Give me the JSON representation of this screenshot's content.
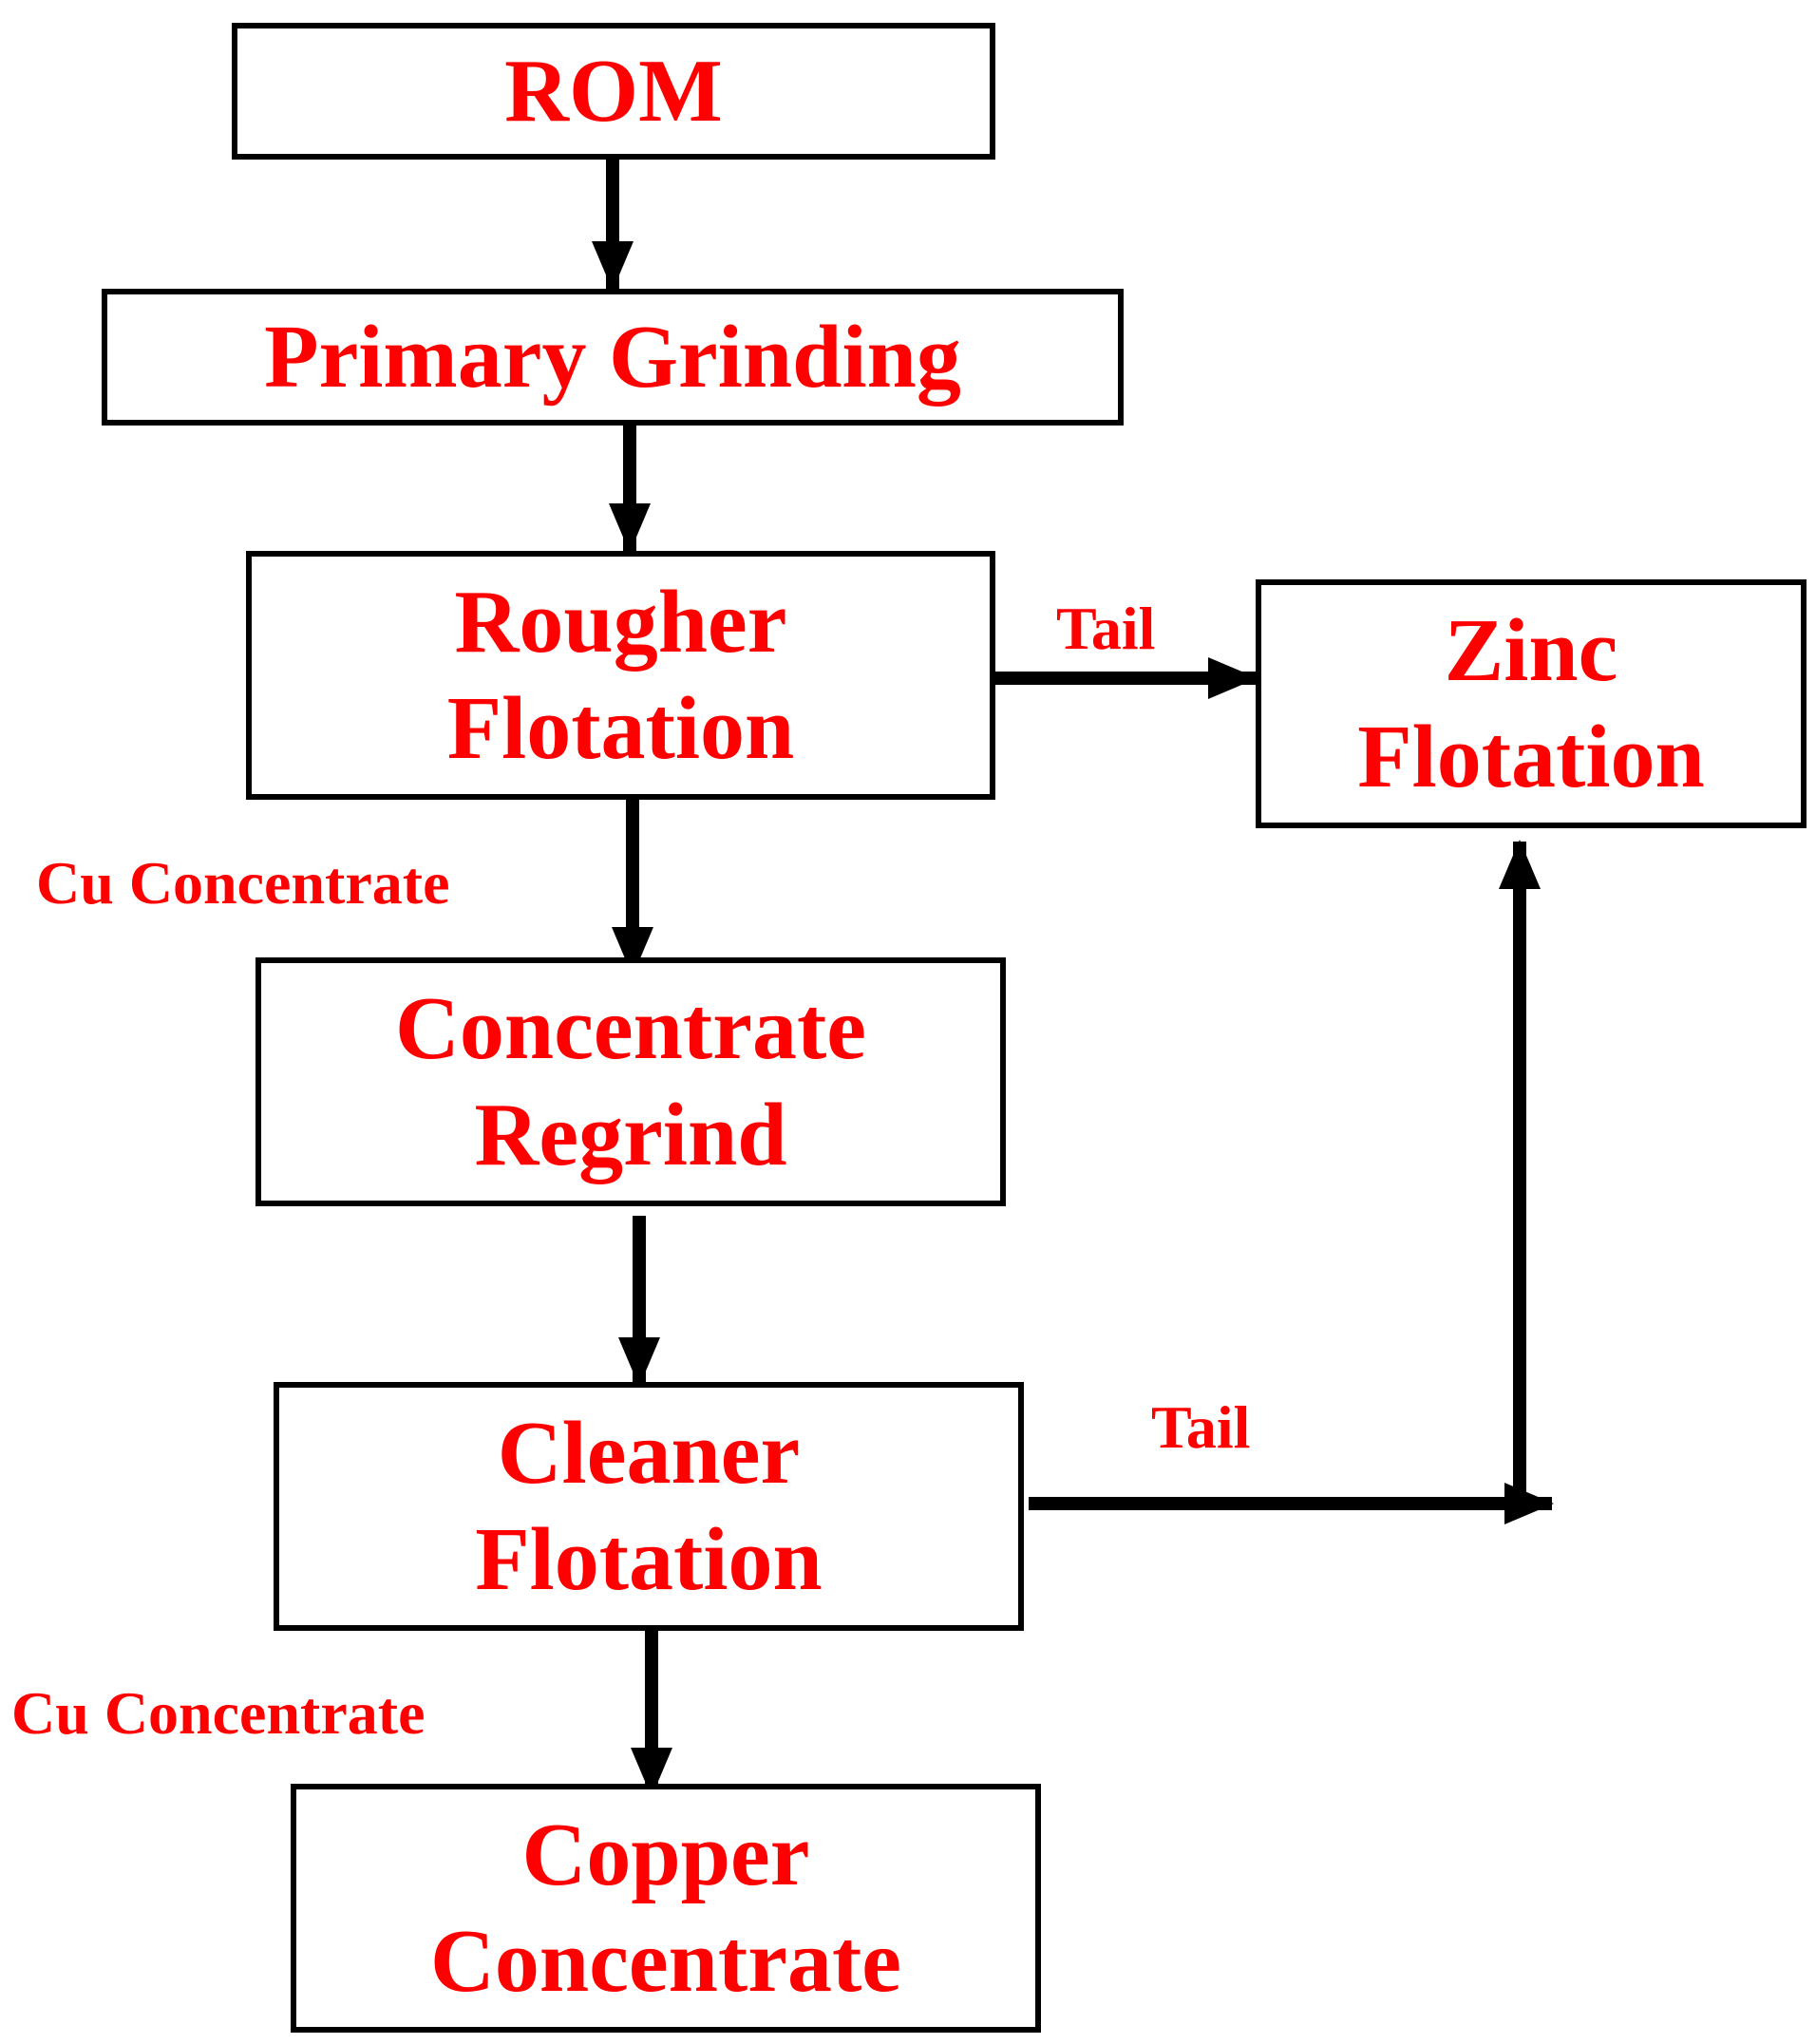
{
  "colors": {
    "text": "#ff0000",
    "line": "#000000",
    "background": "#ffffff"
  },
  "nodes": {
    "rom": {
      "lines": [
        "ROM"
      ]
    },
    "primary_grinding": {
      "lines": [
        "Primary Grinding"
      ]
    },
    "rougher_flotation": {
      "lines": [
        "Rougher",
        "Flotation"
      ]
    },
    "zinc_flotation": {
      "lines": [
        "Zinc",
        "Flotation"
      ]
    },
    "concentrate_regrind": {
      "lines": [
        "Concentrate",
        "Regrind"
      ]
    },
    "cleaner_flotation": {
      "lines": [
        "Cleaner",
        "Flotation"
      ]
    },
    "copper_concentrate": {
      "lines": [
        "Copper",
        "Concentrate"
      ]
    }
  },
  "edge_labels": {
    "rougher_tail": "Tail",
    "cleaner_tail": "Tail",
    "rougher_cu_concentrate": "Cu Concentrate",
    "cleaner_cu_concentrate": "Cu Concentrate"
  }
}
